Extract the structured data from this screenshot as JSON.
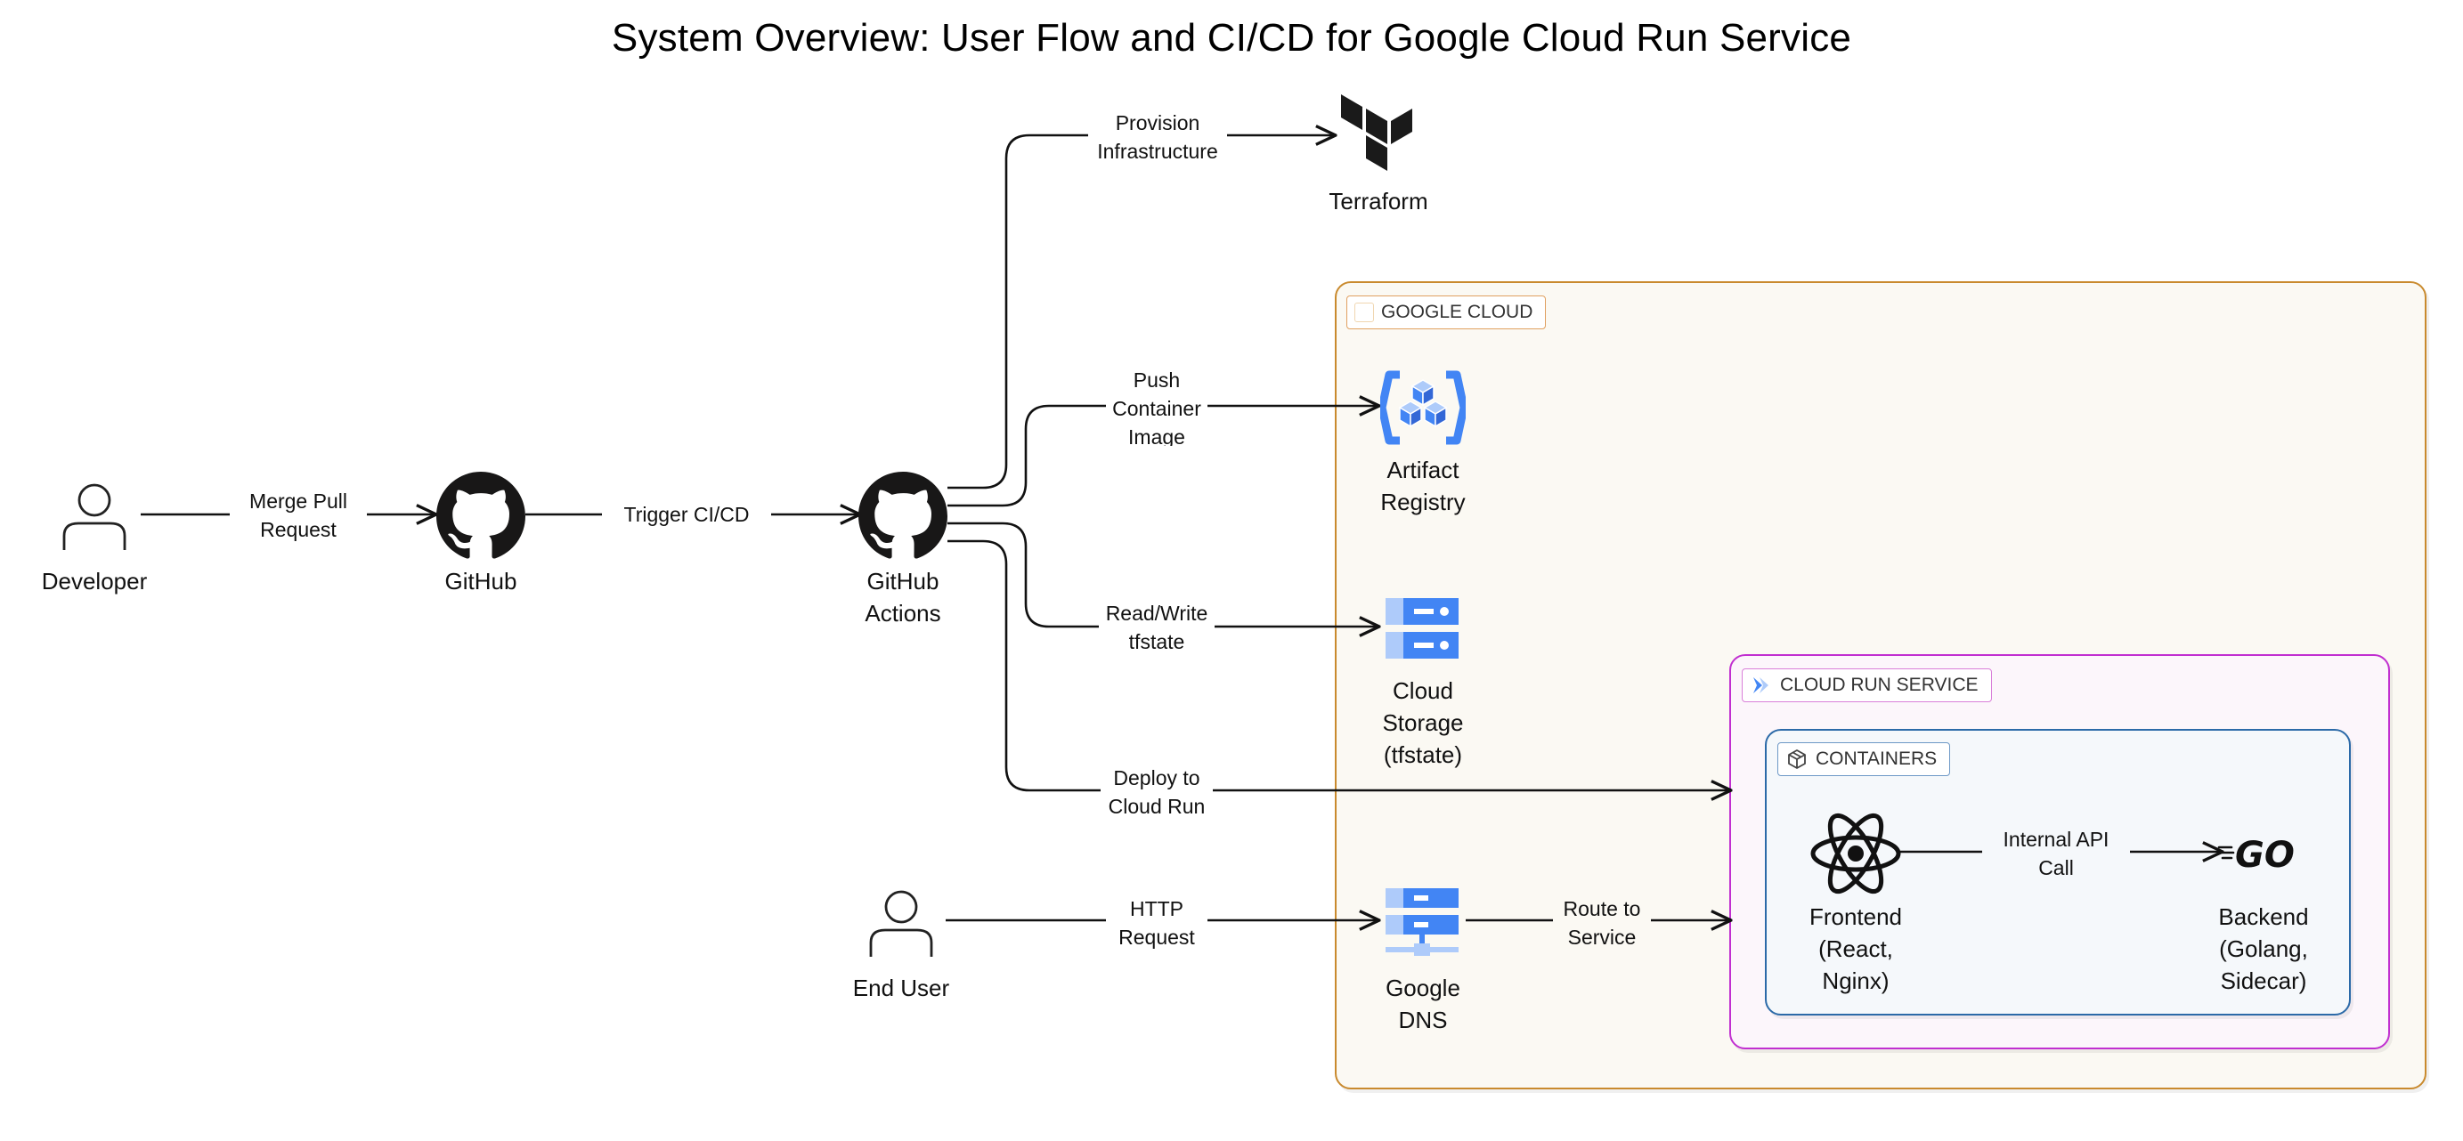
{
  "title": "System Overview: User Flow and CI/CD for Google Cloud Run Service",
  "nodes": {
    "developer": "Developer",
    "github": "GitHub",
    "github_actions": "GitHub\nActions",
    "end_user": "End User",
    "terraform": "Terraform",
    "artifact_registry": "Artifact\nRegistry",
    "cloud_storage": "Cloud\nStorage\n(tfstate)",
    "google_dns": "Google\nDNS",
    "frontend": "Frontend\n(React,\nNginx)",
    "backend": "Backend\n(Golang,\nSidecar)"
  },
  "groups": {
    "google_cloud": "GOOGLE CLOUD",
    "cloud_run": "CLOUD RUN SERVICE",
    "containers": "CONTAINERS"
  },
  "edges": {
    "merge_pr": "Merge Pull\nRequest",
    "trigger_cicd": "Trigger CI/CD",
    "provision": "Provision\nInfrastructure",
    "push_image": "Push\nContainer\nImage",
    "read_write": "Read/Write\ntfstate",
    "deploy": "Deploy to\nCloud Run",
    "http_request": "HTTP\nRequest",
    "route": "Route to\nService",
    "internal_api": "Internal API\nCall"
  },
  "icons": {
    "github": "github-icon",
    "github_actions": "github-icon",
    "terraform": "terraform-icon",
    "artifact_registry": "artifact-registry-icon",
    "cloud_storage": "cloud-storage-icon",
    "google_dns": "cloud-dns-icon",
    "frontend": "react-icon",
    "backend": "go-icon",
    "person": "person-icon",
    "cloud_run": "cloud-run-icon",
    "container": "container-icon"
  },
  "colors": {
    "google_cloud_border": "#c98a2e",
    "google_cloud_fill": "#fbf9f3",
    "cloud_run_border": "#c12fd0",
    "cloud_run_fill": "#fcf6fb",
    "containers_border": "#2c6aa8",
    "containers_fill": "#f5f8fb",
    "gcp_blue": "#4285f4",
    "gcp_light_blue": "#aecbfa"
  }
}
